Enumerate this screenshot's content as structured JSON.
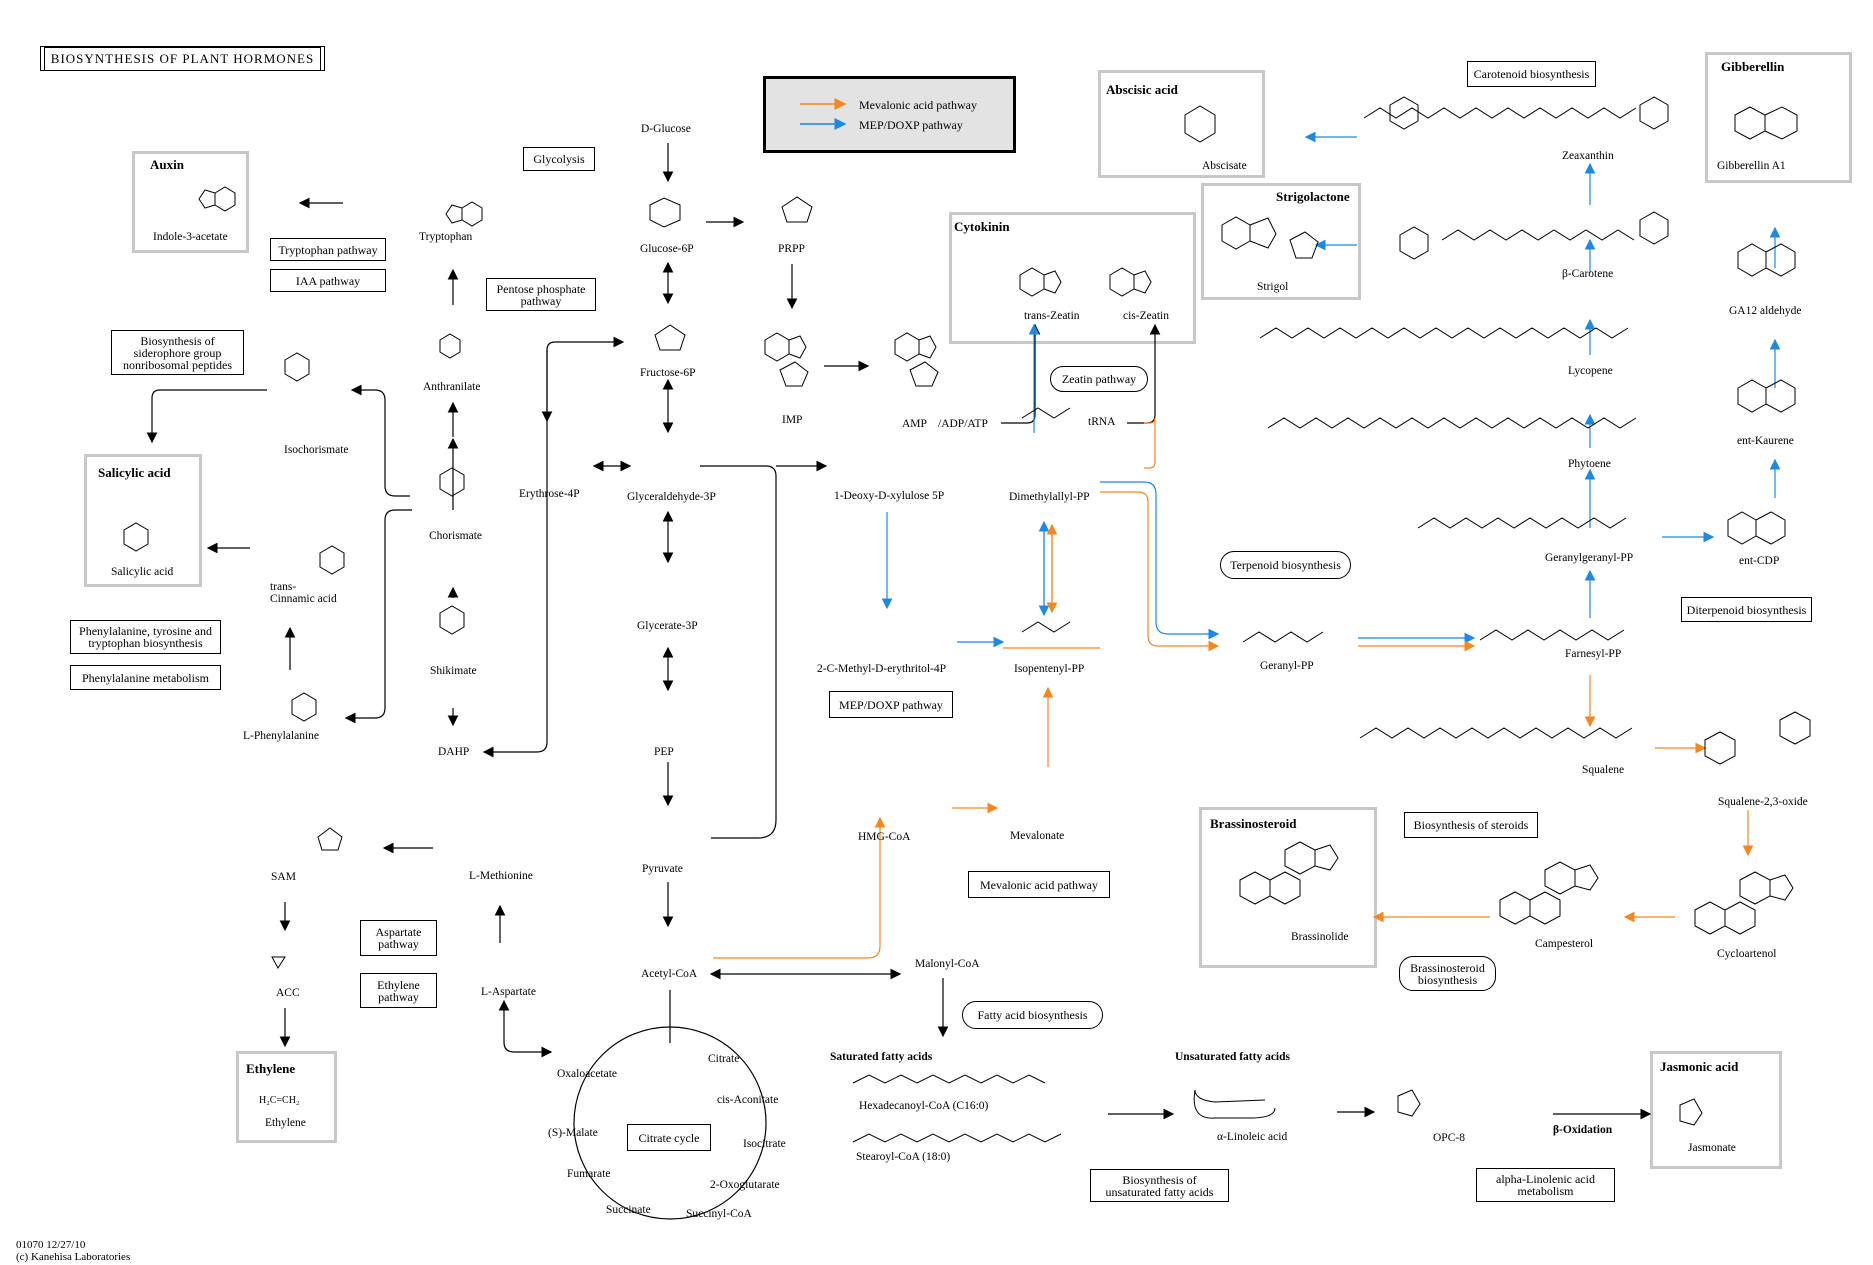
{
  "map_title": "BIOSYNTHESIS OF PLANT HORMONES",
  "legend": {
    "items": [
      {
        "label": "Mevalonic acid pathway",
        "color": "#f6861f"
      },
      {
        "label": "MEP/DOXP pathway",
        "color": "#1e88e5"
      }
    ]
  },
  "hormone_groups": {
    "auxin": "Auxin",
    "salicylic": "Salicylic acid",
    "ethylene": "Ethylene",
    "abscisic": "Abscisic acid",
    "cytokinin": "Cytokinin",
    "strigolactone": "Strigolactone",
    "gibberellin": "Gibberellin",
    "brassinosteroid": "Brassinosteroid",
    "jasmonic": "Jasmonic acid"
  },
  "pathway_boxes": {
    "glycolysis": "Glycolysis",
    "tryptophan_pathway": "Tryptophan pathway",
    "iaa_pathway": "IAA pathway",
    "pentose_phosphate": "Pentose phosphate pathway",
    "siderophore": "Biosynthesis of siderophore group nonribosomal peptides",
    "phe_tyr_trp": "Phenylalanine, tyrosine and tryptophan biosynthesis",
    "phe_metabolism": "Phenylalanine metabolism",
    "zeatin": "Zeatin pathway",
    "terpenoid": "Terpenoid biosynthesis",
    "mep_doxp": "MEP/DOXP pathway",
    "mevalonic": "Mevalonic acid pathway",
    "carotenoid": "Carotenoid biosynthesis",
    "diterpenoid": "Diterpenoid biosynthesis",
    "steroids": "Biosynthesis of steroids",
    "brassinosteroid_bio": "Brassinosteroid biosynthesis",
    "aspartate": "Aspartate pathway",
    "ethylene_pathway": "Ethylene pathway",
    "citrate_cycle": "Citrate cycle",
    "fatty_acid": "Fatty acid biosynthesis",
    "unsat_fatty": "Biosynthesis of unsaturated fatty acids",
    "alpha_linolenic": "alpha-Linolenic acid metabolism"
  },
  "compounds": {
    "indole3acetate": "Indole-3-acetate",
    "tryptophan": "Tryptophan",
    "anthranilate": "Anthranilate",
    "isochorismate": "Isochorismate",
    "chorismate": "Chorismate",
    "salicylic": "Salicylic acid",
    "cinnamic": "trans-Cinnamic acid",
    "shikimate": "Shikimate",
    "phenylalanine": "L-Phenylalanine",
    "dahp": "DAHP",
    "sam": "SAM",
    "acc": "ACC",
    "ethylene": "Ethylene",
    "ethylene_formula": "H₂C=CH₂",
    "methionine": "L-Methionine",
    "aspartate": "L-Aspartate",
    "oxaloacetate": "Oxaloacetate",
    "glucose": "D-Glucose",
    "glucose6p": "Glucose-6P",
    "prpp": "PRPP",
    "fructose6p": "Fructose-6P",
    "imp": "IMP",
    "amp": "AMP",
    "adp_atp": "/ADP/ATP",
    "erythrose4p": "Erythrose-4P",
    "glyceraldehyde3p": "Glyceraldehyde-3P",
    "glycerate3p": "Glycerate-3P",
    "pep": "PEP",
    "pyruvate": "Pyruvate",
    "acetylcoa": "Acetyl-CoA",
    "malonylcoa": "Malonyl-CoA",
    "dxp": "1-Deoxy-D-xylulose 5P",
    "mep": "2-C-Methyl-D-erythritol-4P",
    "hmgcoa": "HMG-CoA",
    "mevalonate": "Mevalonate",
    "dmapp": "Dimethylallyl-PP",
    "ipp": "Isopentenyl-PP",
    "trans_zeatin": "trans-Zeatin",
    "cis_zeatin": "cis-Zeatin",
    "trna": "tRNA",
    "strigol": "Strigol",
    "abscisate": "Abscisate",
    "geranyl_pp": "Geranyl-PP",
    "farnesyl_pp": "Farnesyl-PP",
    "ggpp": "Geranylgeranyl-PP",
    "phytoene": "Phytoene",
    "lycopene": "Lycopene",
    "beta_carotene": "β-Carotene",
    "zeaxanthin": "Zeaxanthin",
    "gibberellin_a1": "Gibberellin A1",
    "ga12": "GA12 aldehyde",
    "ent_kaurene": "ent-Kaurene",
    "ent_cdp": "ent-CDP",
    "squalene": "Squalene",
    "squalene_oxide": "Squalene-2,3-oxide",
    "cycloartenol": "Cycloartenol",
    "campesterol": "Campesterol",
    "brassinolide": "Brassinolide",
    "citrate": "Citrate",
    "cis_aconitate": "cis-Aconitate",
    "isocitrate": "Isocitrate",
    "oxoglutarate": "2-Oxoglutarate",
    "succinyl_coa": "Succinyl-CoA",
    "succinate": "Succinate",
    "fumarate": "Fumarate",
    "malate": "(S)-Malate",
    "sat_fatty": "Saturated fatty acids",
    "unsat_fatty": "Unsaturated fatty acids",
    "hexadecanoyl": "Hexadecanoyl-CoA (C16:0)",
    "stearoyl": "Stearoyl-CoA (18:0)",
    "linoleic": "α-Linoleic acid",
    "opc8": "OPC-8",
    "beta_oxidation": "β-Oxidation",
    "jasmonate": "Jasmonate"
  },
  "footer": {
    "map_id": "01070 12/27/10",
    "copyright": "(c) Kanehisa Laboratories"
  }
}
